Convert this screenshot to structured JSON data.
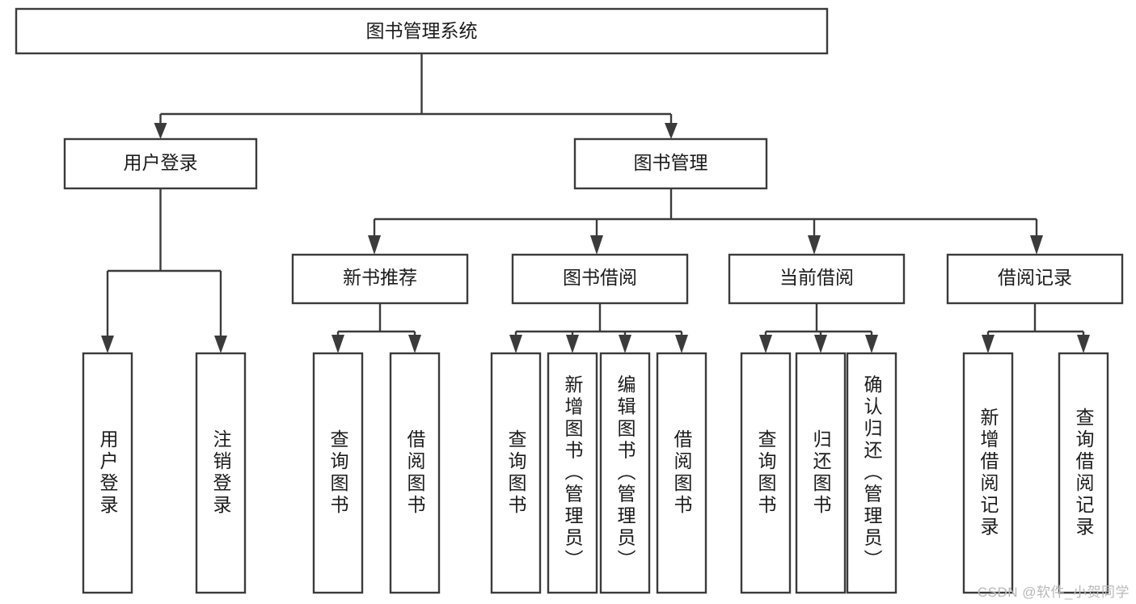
{
  "diagram": {
    "title": "图书管理系统",
    "type": "tree-hierarchy-diagram",
    "watermark": "CSDN @软件_小贺同学",
    "colors": {
      "box_stroke": "#3b3b3b",
      "box_fill": "#ffffff",
      "text": "#1b1b1b",
      "canvas": "#ffffff",
      "watermark": "#b9b9b9"
    },
    "root": {
      "label": "图书管理系统"
    },
    "level2": [
      {
        "label": "用户登录"
      },
      {
        "label": "图书管理"
      }
    ],
    "level3": [
      {
        "label": "新书推荐"
      },
      {
        "label": "图书借阅"
      },
      {
        "label": "当前借阅"
      },
      {
        "label": "借阅记录"
      }
    ],
    "leaves": {
      "user_login": [
        {
          "label": "用户登录"
        },
        {
          "label": "注销登录"
        }
      ],
      "new_book_recommend": [
        {
          "label": "查询图书"
        },
        {
          "label": "借阅图书"
        }
      ],
      "book_borrow": [
        {
          "label": "查询图书"
        },
        {
          "label": "新增图书（管理员）"
        },
        {
          "label": "编辑图书（管理员）"
        },
        {
          "label": "借阅图书"
        }
      ],
      "current_borrow": [
        {
          "label": "查询图书"
        },
        {
          "label": "归还图书"
        },
        {
          "label": "确认归还（管理员）"
        }
      ],
      "borrow_record": [
        {
          "label": "新增借阅记录"
        },
        {
          "label": "查询借阅记录"
        }
      ]
    }
  }
}
